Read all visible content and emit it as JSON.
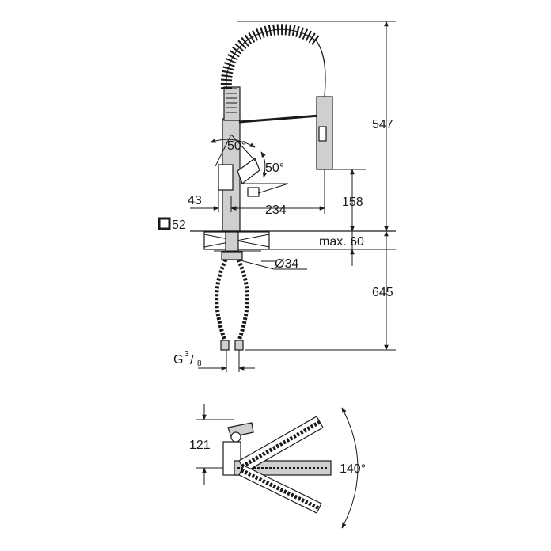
{
  "dimensions": {
    "total_height": "547",
    "swivel_angle_top": "50°",
    "swivel_angle_lever": "50°",
    "lever_offset": "43",
    "spout_reach": "234",
    "spout_height": "158",
    "base_square": "52",
    "counter_thickness": "max. 60",
    "hole_diameter": "Ø34",
    "hose_length": "645",
    "connection_prefix": "G",
    "connection_num": "3",
    "connection_den": "8",
    "plan_depth": "121",
    "rotation_angle": "140°"
  },
  "colors": {
    "line": "#1a1a1a",
    "fill": "#cfcfcf"
  }
}
